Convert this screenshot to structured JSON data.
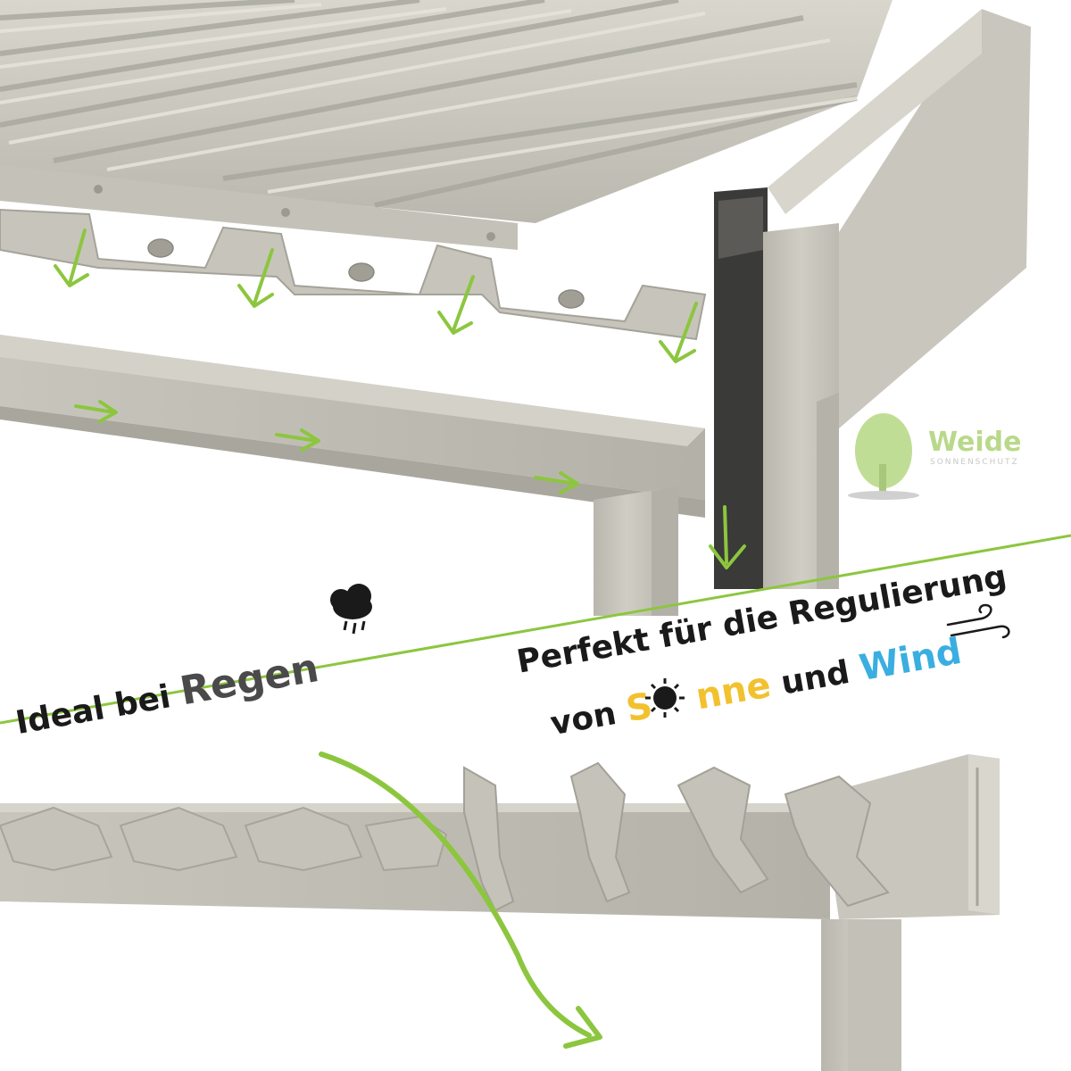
{
  "logo": {
    "name": "Weide",
    "tagline": "SONNENSCHUTZ"
  },
  "captions": {
    "rain": {
      "prefix": "Ideal bei ",
      "highlight": "Regen",
      "icon": "rain-cloud-icon"
    },
    "regulation": {
      "line1": "Perfekt für die Regulierung",
      "line2_prefix": "von ",
      "sun_word_first": "S",
      "sun_word_rest": "nne",
      "line2_middle": " und ",
      "wind_word": "Wind",
      "sun_icon": "sun-icon",
      "wind_icon": "wind-icon"
    }
  },
  "colors": {
    "metal_light": "#cfcdc3",
    "metal_mid": "#bebcb2",
    "metal_dark": "#a9a79d",
    "arrow_green": "#8cc63f",
    "divider_green": "#8cc63f",
    "text_dark": "#1a1a1a",
    "regen_gray": "#4a4a4a",
    "sun_yellow": "#f2c12e",
    "wind_blue": "#3aaee0",
    "logo_green": "#b9d98a",
    "logo_gray": "#c8c8c8"
  }
}
